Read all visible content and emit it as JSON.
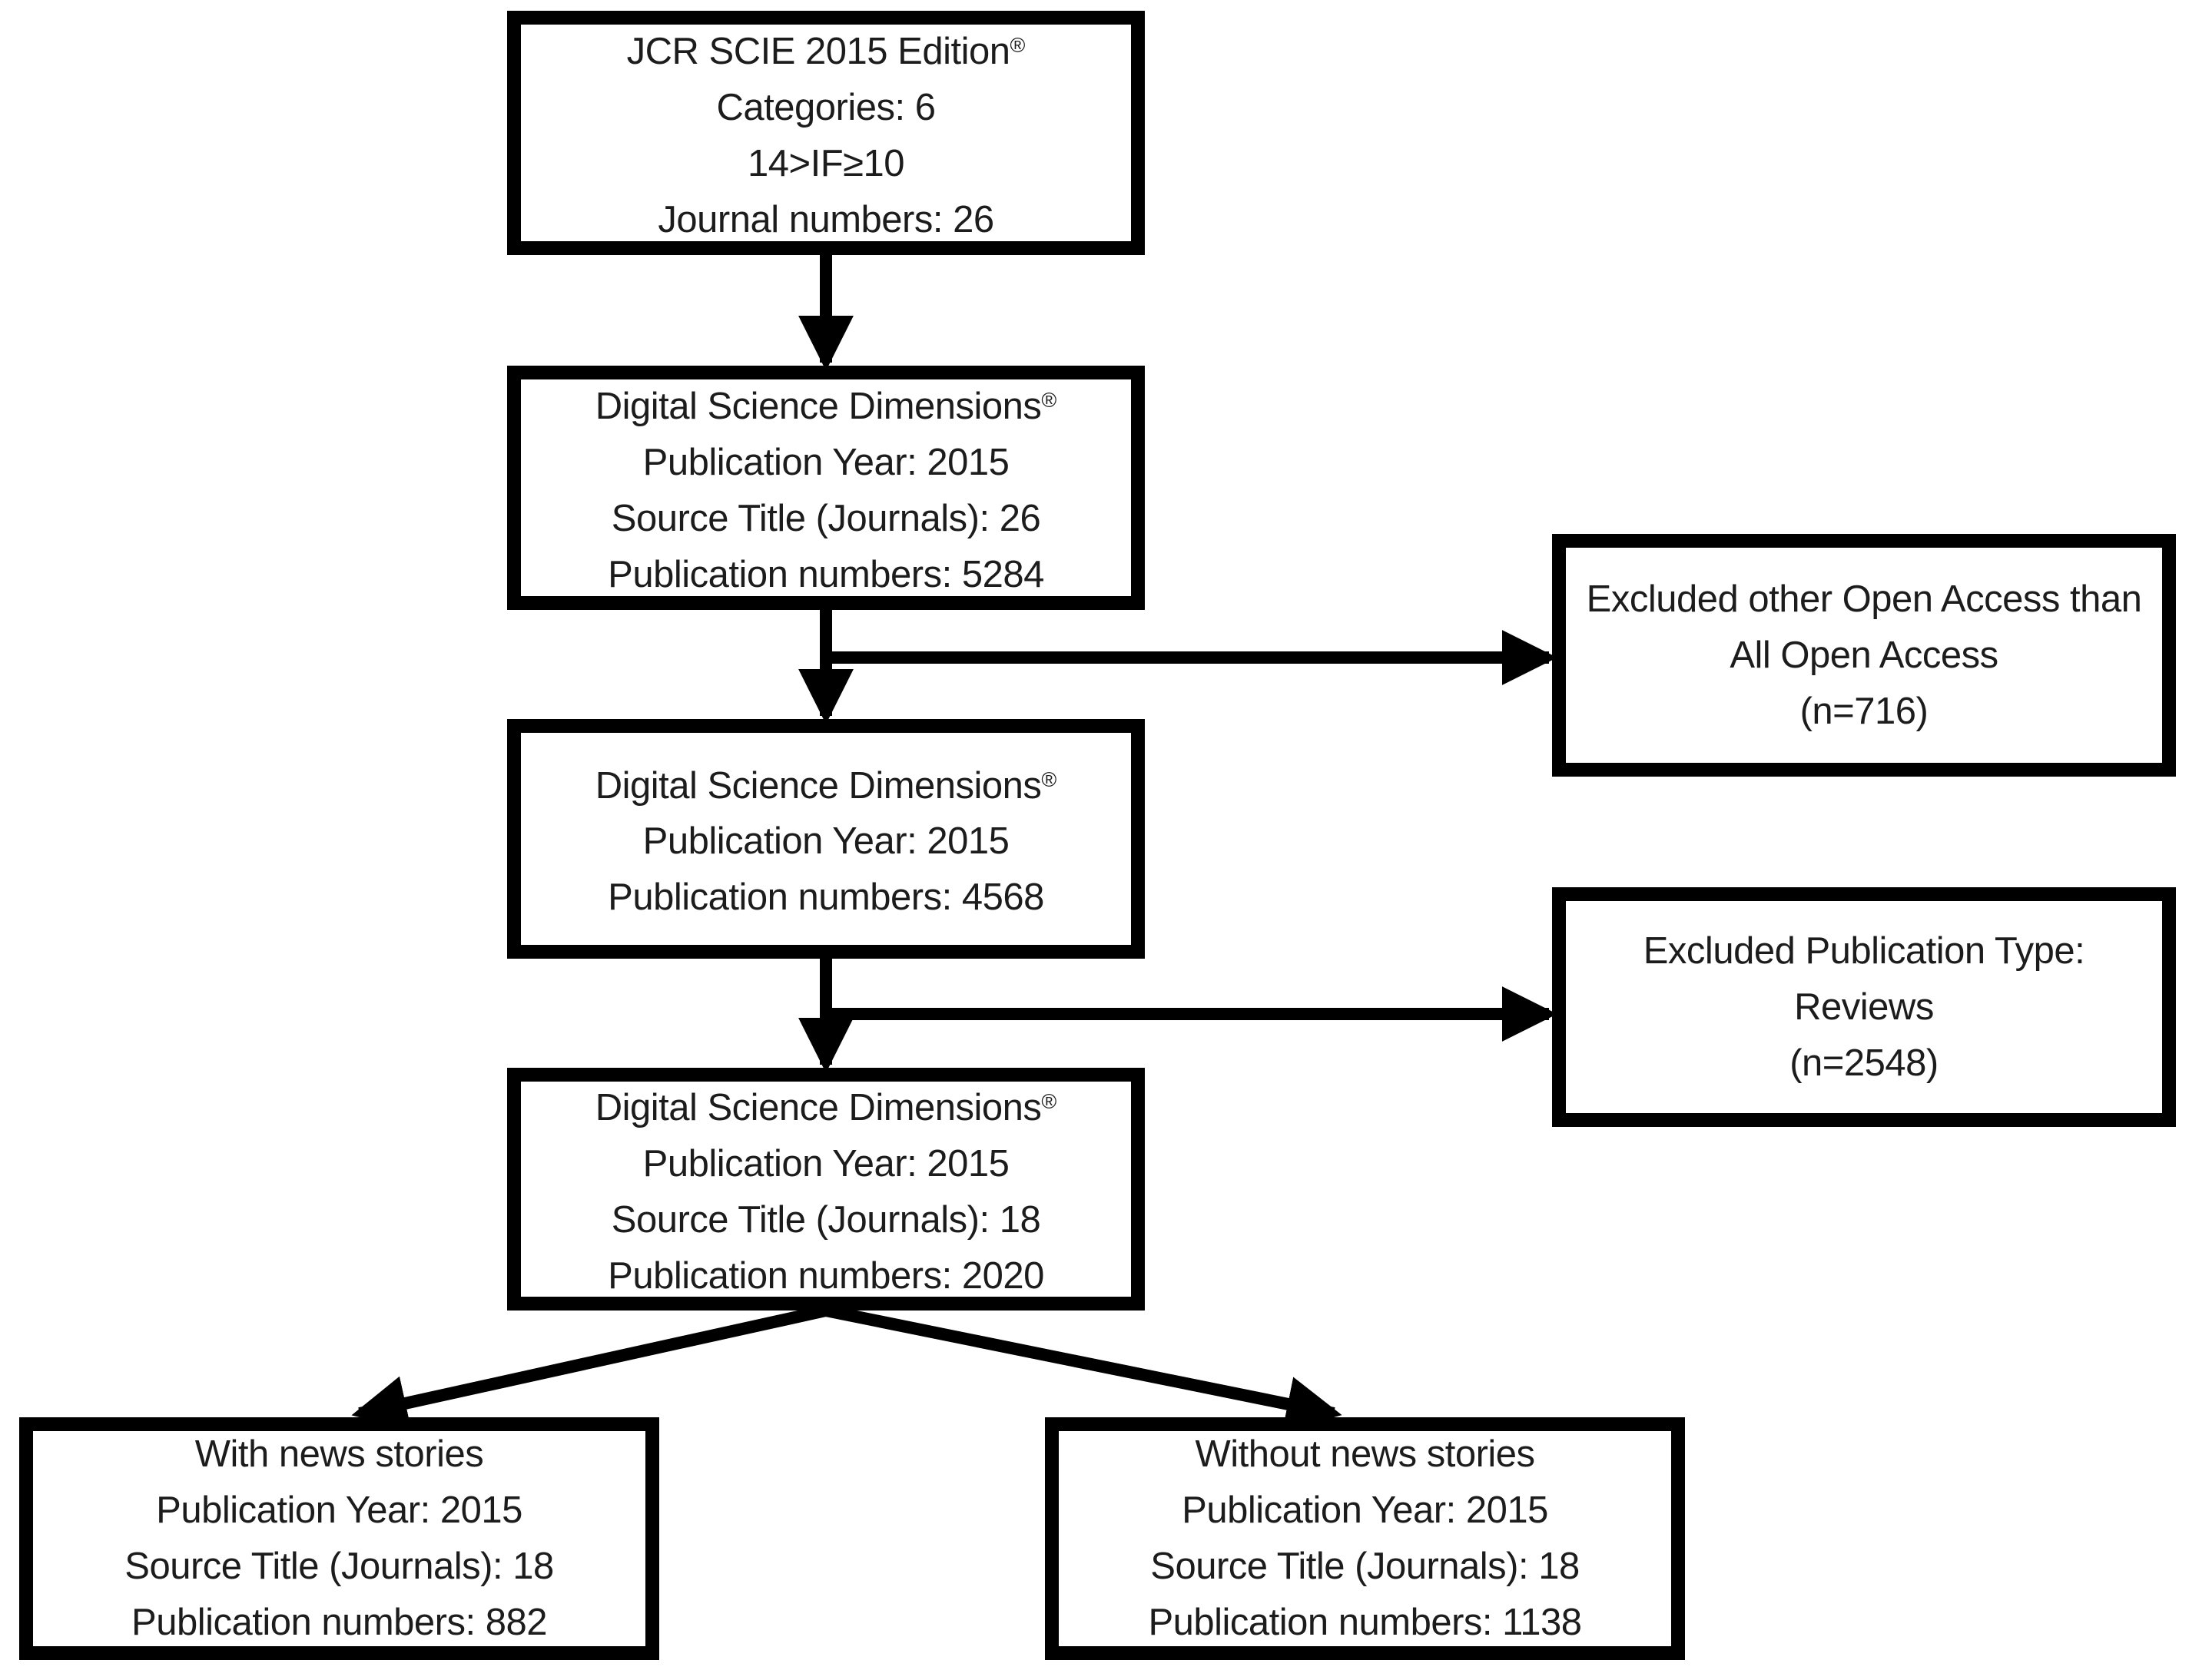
{
  "figure": {
    "type": "flowchart",
    "description_boxes_count": 8
  },
  "colors": {
    "line": "#000000",
    "box_border": "#000000",
    "box_fill": "#ffffff",
    "text": "#1c1c1c",
    "page_bg": "#ffffff"
  },
  "flowchart": {
    "boxes": {
      "jcr": {
        "title": "JCR SCIE 2015 Edition",
        "trademark": "®",
        "lines": [
          "Categories: 6",
          "14>IF≥10",
          "Journal numbers: 26"
        ]
      },
      "dim1": {
        "title": "Digital Science Dimensions",
        "trademark": "®",
        "lines": [
          "Publication Year: 2015",
          "Source Title (Journals): 26",
          "Publication numbers: 5284"
        ]
      },
      "excl1": {
        "title": "Excluded other Open Access than",
        "lines": [
          "All Open Access",
          "(n=716)"
        ]
      },
      "dim2": {
        "title": "Digital Science Dimensions",
        "trademark": "®",
        "lines": [
          "Publication Year: 2015",
          "Publication numbers: 4568"
        ]
      },
      "excl2": {
        "title": "Excluded Publication Type:",
        "lines": [
          "Reviews",
          "(n=2548)"
        ]
      },
      "dim3": {
        "title": "Digital Science Dimensions",
        "trademark": "®",
        "lines": [
          "Publication Year: 2015",
          "Source Title (Journals): 18",
          "Publication numbers: 2020"
        ]
      },
      "with_news": {
        "title": "With news stories",
        "lines": [
          "Publication Year: 2015",
          "Source Title (Journals): 18",
          "Publication numbers: 882"
        ]
      },
      "without_news": {
        "title": "Without news stories",
        "lines": [
          "Publication Year: 2015",
          "Source Title (Journals): 18",
          "Publication numbers: 1138"
        ]
      }
    }
  }
}
